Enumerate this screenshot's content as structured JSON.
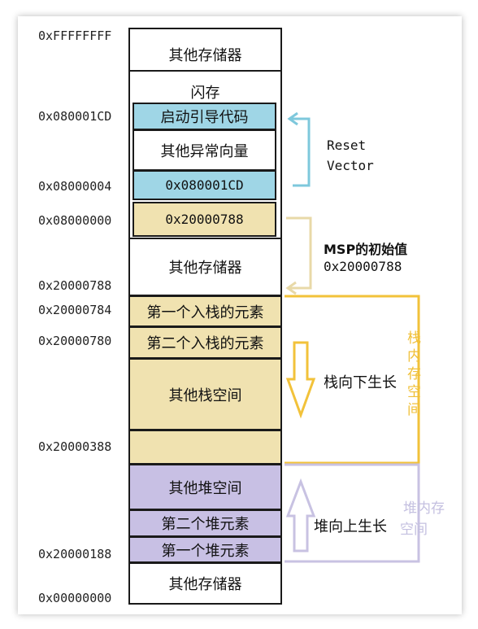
{
  "addresses": {
    "a_ffffffff": "0xFFFFFFFF",
    "a_080001cd": "0x080001CD",
    "a_08000004": "0x08000004",
    "a_08000000": "0x08000000",
    "a_20000788": "0x20000788",
    "a_20000784": "0x20000784",
    "a_20000780": "0x20000780",
    "a_20000388": "0x20000388",
    "a_20000188": "0x20000188",
    "a_00000000": "0x00000000"
  },
  "cells": {
    "other_storage_top": "其他存储器",
    "flash": "闪存",
    "boot_code": "启动引导代码",
    "other_exception": "其他异常向量",
    "reset_vec_value": "0x080001CD",
    "msp_value": "0x20000788",
    "other_storage_mid": "其他存储器",
    "first_push": "第一个入栈的元素",
    "second_push": "第二个入栈的元素",
    "other_stack": "其他栈空间",
    "stack_empty": "",
    "other_heap": "其他堆空间",
    "second_heap": "第二个堆元素",
    "first_heap": "第一个堆元素",
    "other_storage_bottom": "其他存储器"
  },
  "annotations": {
    "reset_line1": "Reset",
    "reset_line2": "Vector",
    "msp_line1": "MSP的初始值",
    "msp_line2": "0x20000788",
    "stack_grow": "栈向下生长",
    "heap_grow": "堆向上生长",
    "stack_vertical": [
      "栈",
      "内",
      "存",
      "空",
      "间"
    ],
    "heap_mem_line1": "堆内存",
    "heap_mem_line2": "空间"
  },
  "colors": {
    "cyan": "#9fd6e6",
    "cyan_arrow": "#7ec8dc",
    "tan": "#f0e2b0",
    "tan_arrow": "#e8d9a8",
    "lavender": "#c8c0e4",
    "lavender_arrow": "#c8c2e2",
    "yellow_bracket": "#f2c23a",
    "stack_text": "#f0c038",
    "heap_text": "#c4c0e0"
  }
}
